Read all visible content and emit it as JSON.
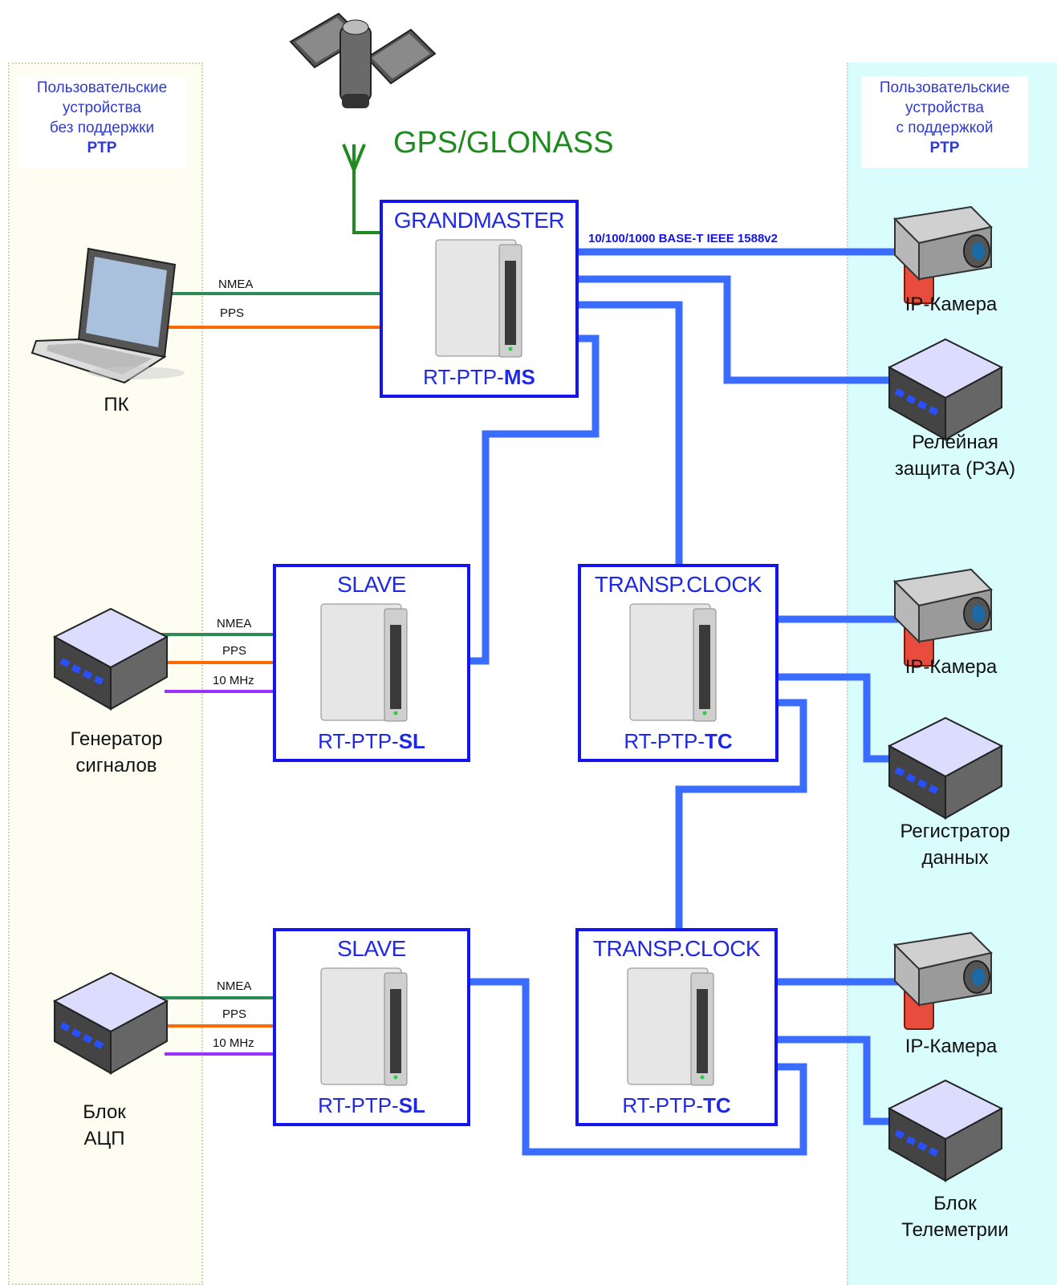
{
  "left_panel": {
    "line1": "Пользовательские",
    "line2": "устройства",
    "line3": "без поддержки",
    "line4": "PTP"
  },
  "right_panel": {
    "line1": "Пользовательские",
    "line2": "устройства",
    "line3": "с поддержкой",
    "line4": "PTP"
  },
  "gps_label": "GPS/GLONASS",
  "ethernet_label": "10/100/1000 BASE-T  IEEE 1588v2",
  "devices": {
    "grandmaster": {
      "role": "GRANDMASTER",
      "model_prefix": "RT-PTP-",
      "model_suffix": "MS"
    },
    "slave1": {
      "role": "SLAVE",
      "model_prefix": "RT-PTP-",
      "model_suffix": "SL"
    },
    "slave2": {
      "role": "SLAVE",
      "model_prefix": "RT-PTP-",
      "model_suffix": "SL"
    },
    "tc1": {
      "role": "TRANSP.CLOCK",
      "model_prefix": "RT-PTP-",
      "model_suffix": "TC"
    },
    "tc2": {
      "role": "TRANSP.CLOCK",
      "model_prefix": "RT-PTP-",
      "model_suffix": "TC"
    }
  },
  "left_devices": {
    "pc": "ПК",
    "generator": {
      "line1": "Генератор",
      "line2": "сигналов"
    },
    "adc": {
      "line1": "Блок",
      "line2": "АЦП"
    }
  },
  "right_devices": {
    "camera1": "IP-Камера",
    "relay": {
      "line1": "Релейная",
      "line2": "защита (РЗА)"
    },
    "camera2": "IP-Камера",
    "recorder": {
      "line1": "Регистратор",
      "line2": "данных"
    },
    "camera3": "IP-Камера",
    "telemetry": {
      "line1": "Блок",
      "line2": "Телеметрии"
    }
  },
  "signals": {
    "nmea": "NMEA",
    "pps": "PPS",
    "mhz": "10 MHz"
  },
  "colors": {
    "ethernet": "#3a6cff",
    "nmea": "#2e8b57",
    "pps": "#ff6a00",
    "mhz": "#9b30ff",
    "gps_green": "#1f8a1f",
    "box_border": "#1414f0",
    "text_blue": "#1e28e6"
  }
}
